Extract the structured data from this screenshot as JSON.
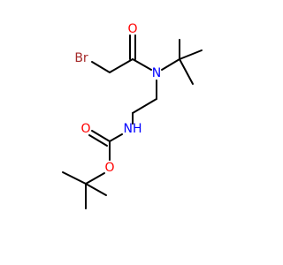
{
  "molecule": {
    "atoms": [
      {
        "id": "br",
        "label": "Br",
        "color": "#a52a2a"
      },
      {
        "id": "o_carbonyl",
        "label": "O",
        "color": "#ff0000"
      },
      {
        "id": "n_amide",
        "label": "N",
        "color": "#0000ff"
      },
      {
        "id": "nh_carbamate",
        "label": "NH",
        "color": "#0000ff"
      },
      {
        "id": "o_carbamate_carbonyl",
        "label": "O",
        "color": "#ff0000"
      },
      {
        "id": "o_ester",
        "label": "O",
        "color": "#ff0000"
      }
    ]
  }
}
